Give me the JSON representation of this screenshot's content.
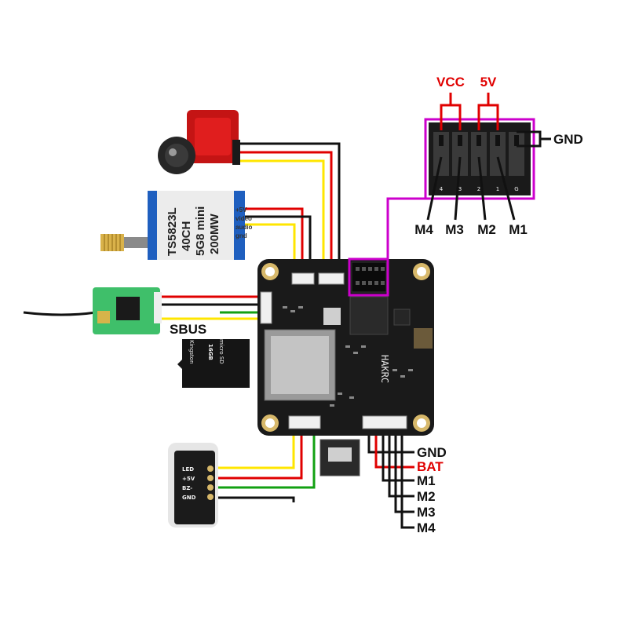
{
  "connector": {
    "top_labels": {
      "vcc": "VCC",
      "v5": "5V"
    },
    "right_label": "GND",
    "motor_labels": [
      "M4",
      "M3",
      "M2",
      "M1"
    ],
    "pin_numbers": [
      "4",
      "3",
      "2",
      "1",
      "G"
    ]
  },
  "vtx": {
    "line1": "TS5823L",
    "line2": "40CH",
    "line3": "5G8 mini",
    "line4": "200MW",
    "pins": [
      "+5V",
      "video",
      "audio",
      "gnd"
    ]
  },
  "receiver": {
    "label": "SBUS"
  },
  "sdcard": {
    "brand": "Kingston",
    "capacity": "16GB",
    "class": "micro SD"
  },
  "board": {
    "brand": "HAKRC"
  },
  "esc_labels": [
    "GND",
    "BAT",
    "M1",
    "M2",
    "M3",
    "M4"
  ],
  "buzzer_labels": [
    "LED",
    "+5V",
    "BZ-",
    "GND"
  ],
  "colors": {
    "magenta": "#cc00cc",
    "wire_red": "#e00000",
    "wire_yellow": "#ffe600",
    "wire_green": "#12a012",
    "wire_black": "#111111",
    "label_red": "#e00000"
  }
}
